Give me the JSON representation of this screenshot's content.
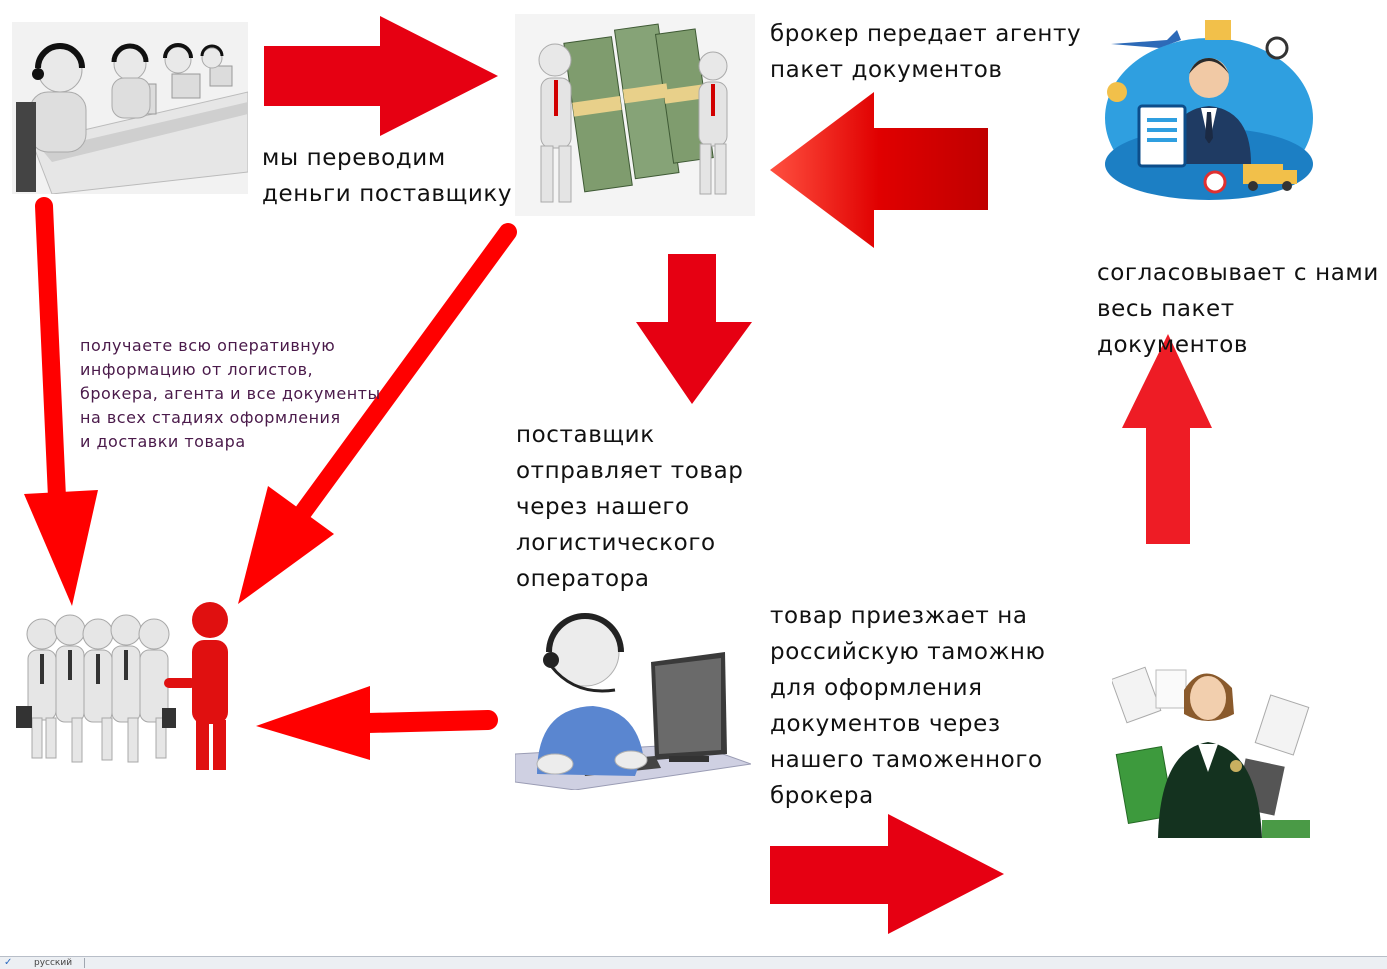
{
  "labels": {
    "pay_supplier": "мы переводим\nденьги поставщику",
    "broker_passes": "брокер передает агенту\nпакет документов",
    "agrees_docs": "согласовывает с нами\nвесь пакет документов",
    "supplier_ships": "поставщик\nотправляет товар\nчерез нашего\nлогистического\nоператора",
    "customs": "товар приезжает на\nроссийскую таможню\nдля оформления\nдокументов через\nнашего таможенного\nброкера",
    "info_note": "получаете всю оперативную\nинформацию от логистов,\nброкера, агента и все документы\nна всех стадиях оформления\nи доставки товара"
  },
  "icons": {
    "operators": "call-center-operators-icon",
    "money": "money-handover-icon",
    "agent": "logistics-agent-icon",
    "team": "client-team-icon",
    "logistics": "logistics-operator-icon",
    "officer": "customs-officer-icon"
  },
  "colors": {
    "arrow_red": "#ee0000",
    "arrow_bright": "#ff0000",
    "note_text": "#4a1a4a"
  },
  "statusbar": {
    "language": "русский",
    "spellcheck_icon": "spellcheck-icon"
  }
}
